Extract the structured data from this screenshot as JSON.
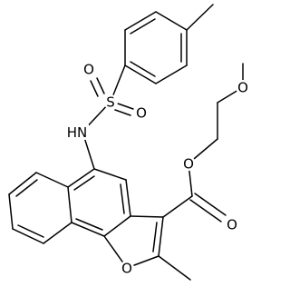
{
  "atom_labels": {
    "s1": "S",
    "o_s1": "O",
    "o_s2": "O",
    "nh": "HN",
    "o_methoxy": "O",
    "o_ester_single": "O",
    "o_ester_double": "O",
    "o_furan": "O"
  },
  "colors": {
    "bond": "#000000",
    "text": "#000000",
    "background": "#ffffff"
  }
}
